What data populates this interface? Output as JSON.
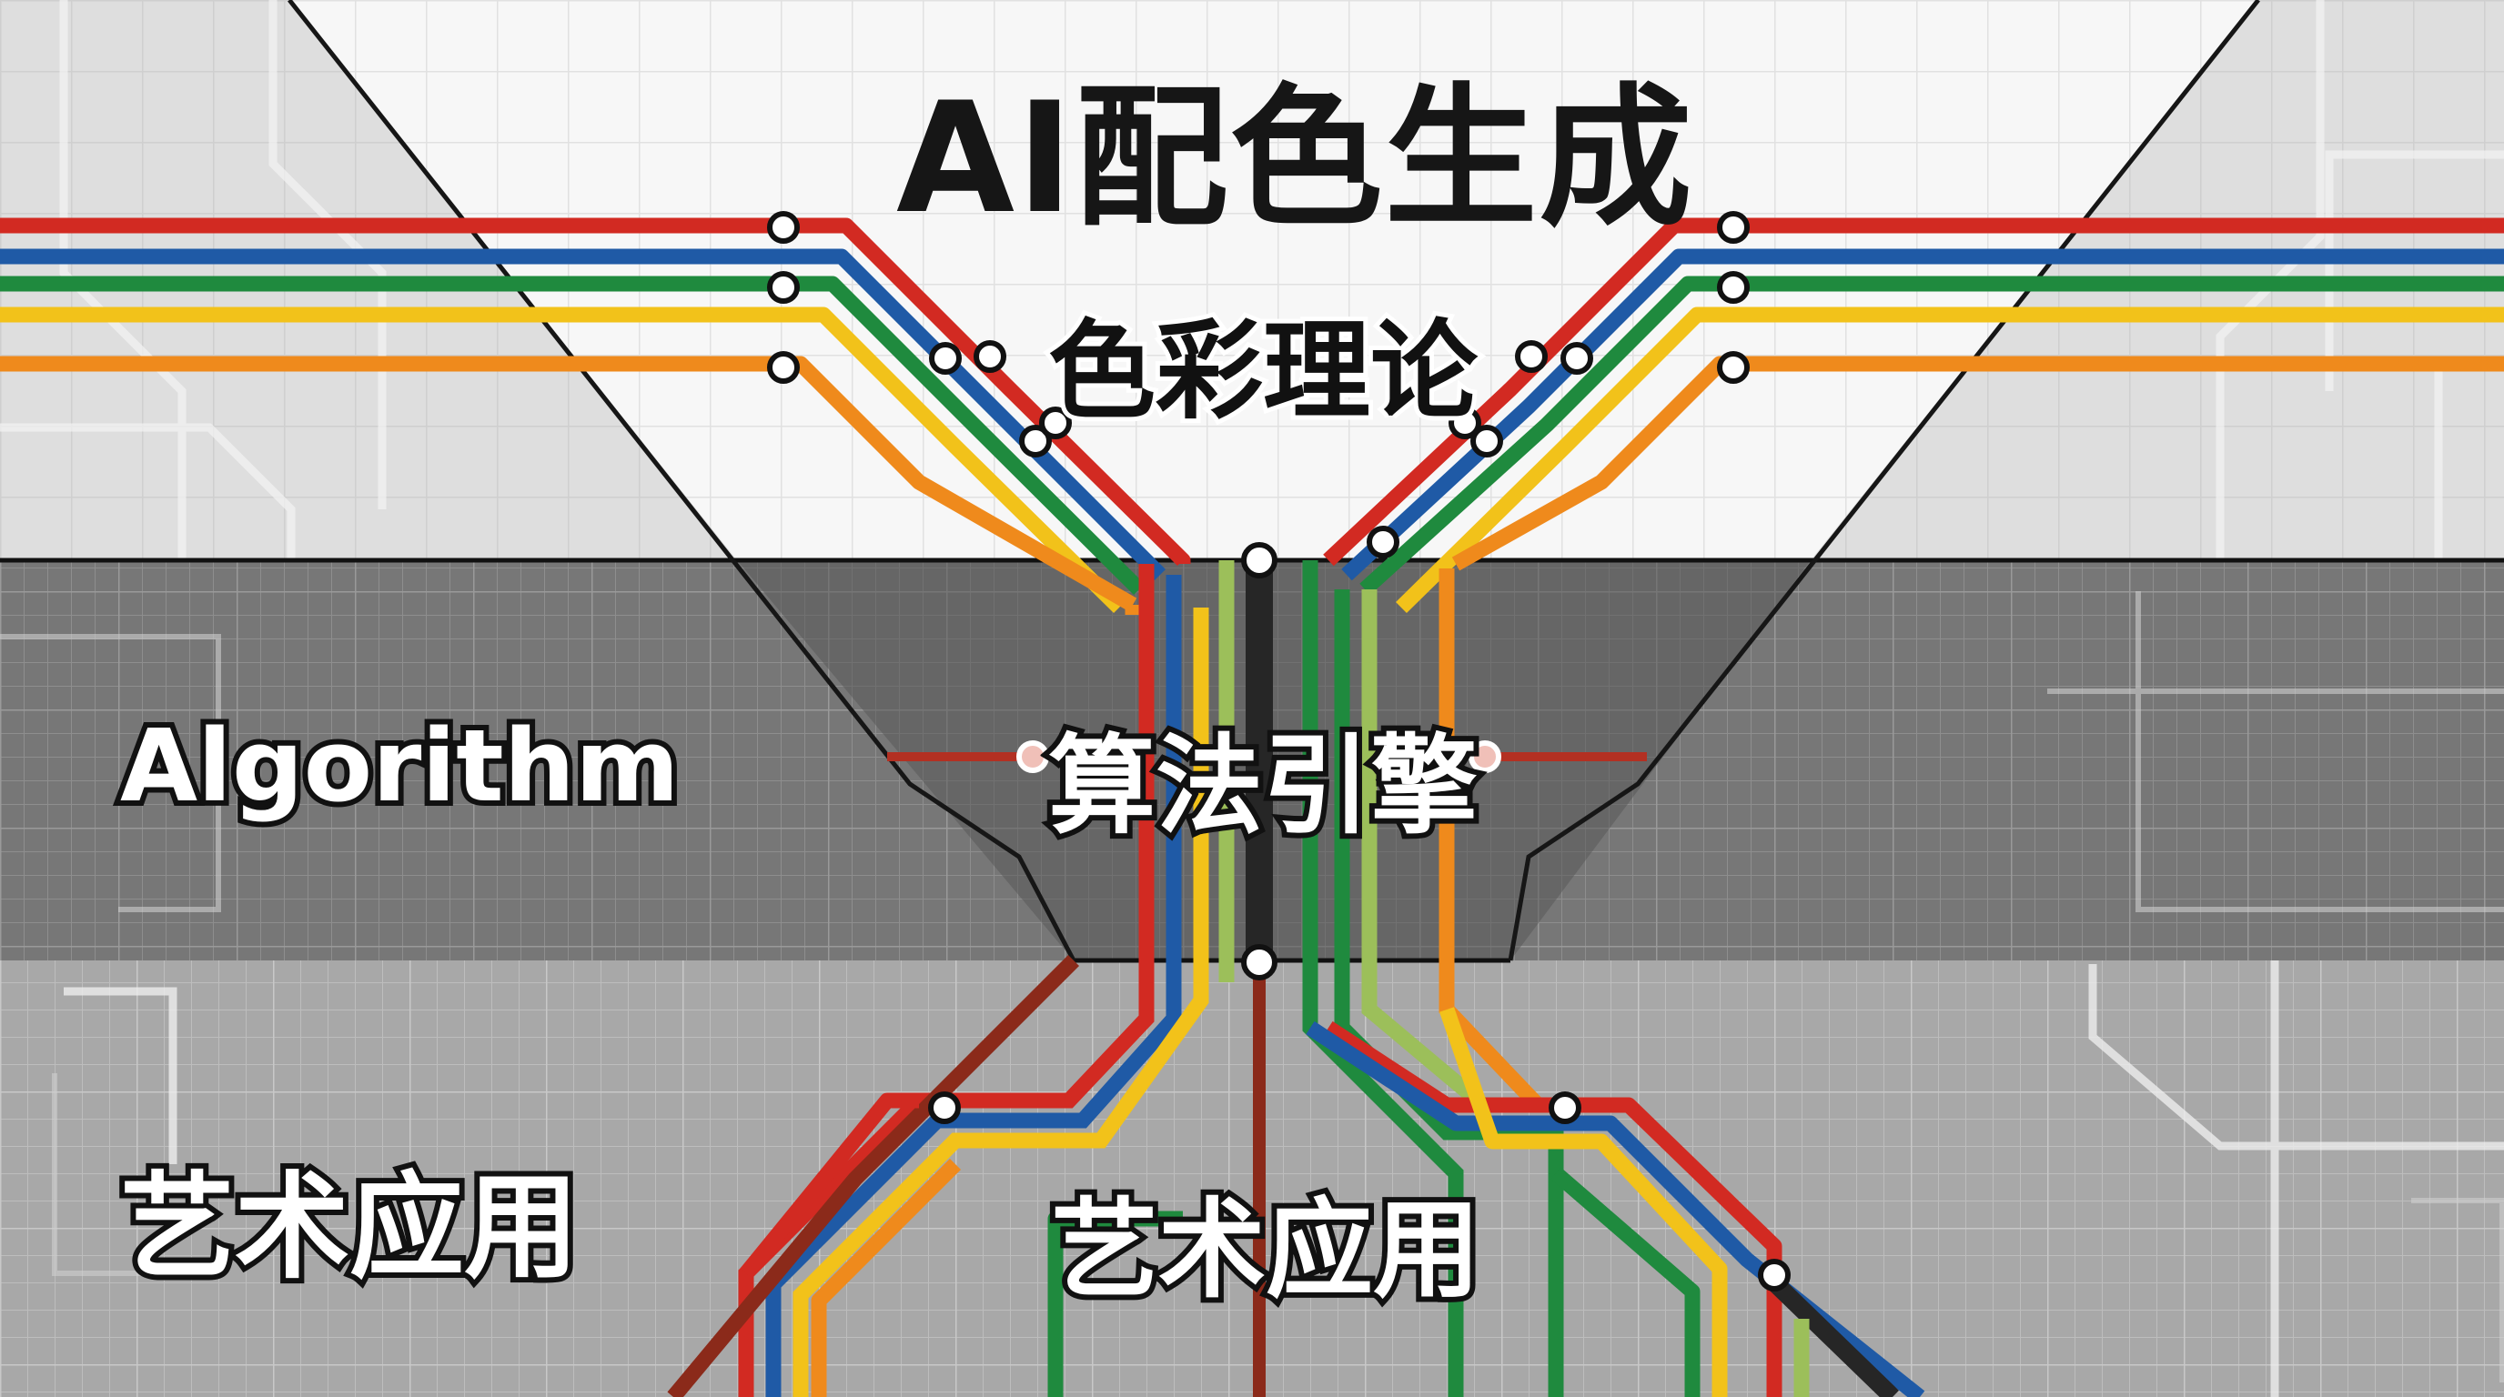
{
  "title": "AI配色生成",
  "labels": {
    "theory": "色彩理论",
    "engine": "算法引擎",
    "algorithm": "Algorithm",
    "art_left": "艺术应用",
    "art_center": "艺术应用"
  },
  "colors": {
    "line_red": "#d22a22",
    "line_blue": "#1f5aa6",
    "line_green": "#1f8a3e",
    "line_yellow": "#f2c21a",
    "line_orange": "#ef8a1c",
    "line_lightgreen": "#9cbf5a",
    "line_black": "#262626",
    "line_darkred": "#8b2a1a",
    "band_top": "#ececec",
    "band_middle": "#7b7b7b",
    "band_bottom": "#a9a9a9"
  }
}
